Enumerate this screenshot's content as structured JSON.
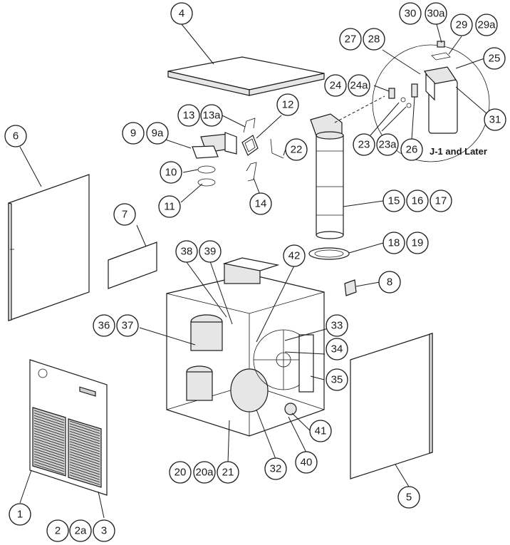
{
  "callouts": [
    "1",
    "2",
    "2a",
    "3",
    "4",
    "5",
    "6",
    "7",
    "8",
    "9",
    "9a",
    "10",
    "11",
    "12",
    "13",
    "13a",
    "14",
    "15",
    "16",
    "17",
    "18",
    "19",
    "20",
    "20a",
    "21",
    "22",
    "23",
    "23a",
    "24",
    "24a",
    "25",
    "26",
    "27",
    "28",
    "29",
    "29a",
    "30",
    "30a",
    "31",
    "32",
    "33",
    "34",
    "35",
    "36",
    "37",
    "38",
    "39",
    "40",
    "41",
    "42"
  ],
  "detail_note": "J-1 and Later"
}
